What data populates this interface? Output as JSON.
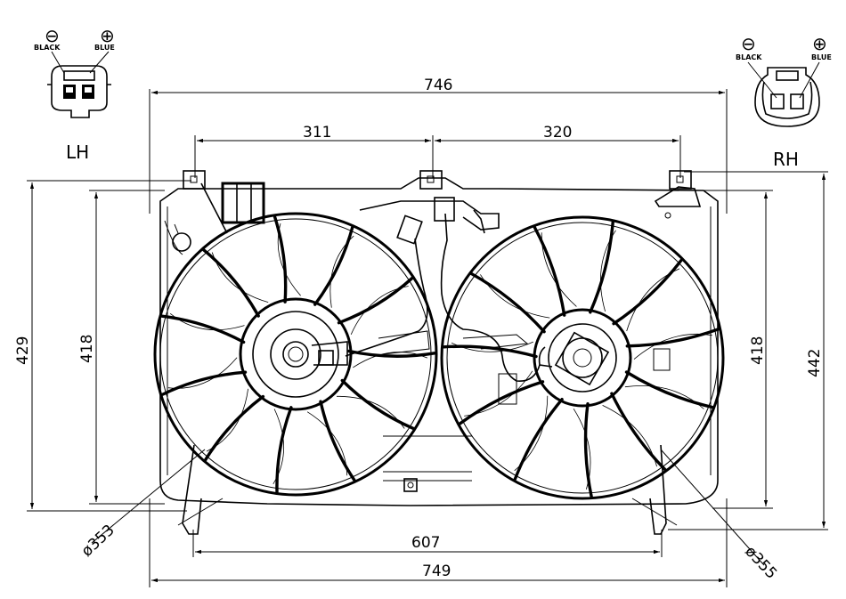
{
  "labels": {
    "lh": "LH",
    "rh": "RH",
    "black": "BLACK",
    "blue": "BLUE",
    "minus": "⊖",
    "plus": "⊕"
  },
  "dimensions": {
    "overall_top": "746",
    "left_mount": "311",
    "right_mount": "320",
    "bottom_mount": "607",
    "overall_bottom": "749",
    "height_left_outer": "429",
    "height_left_inner": "418",
    "height_right_inner": "418",
    "height_right_outer": "442",
    "left_fan_diameter": "ø353",
    "right_fan_diameter": "ø355"
  }
}
